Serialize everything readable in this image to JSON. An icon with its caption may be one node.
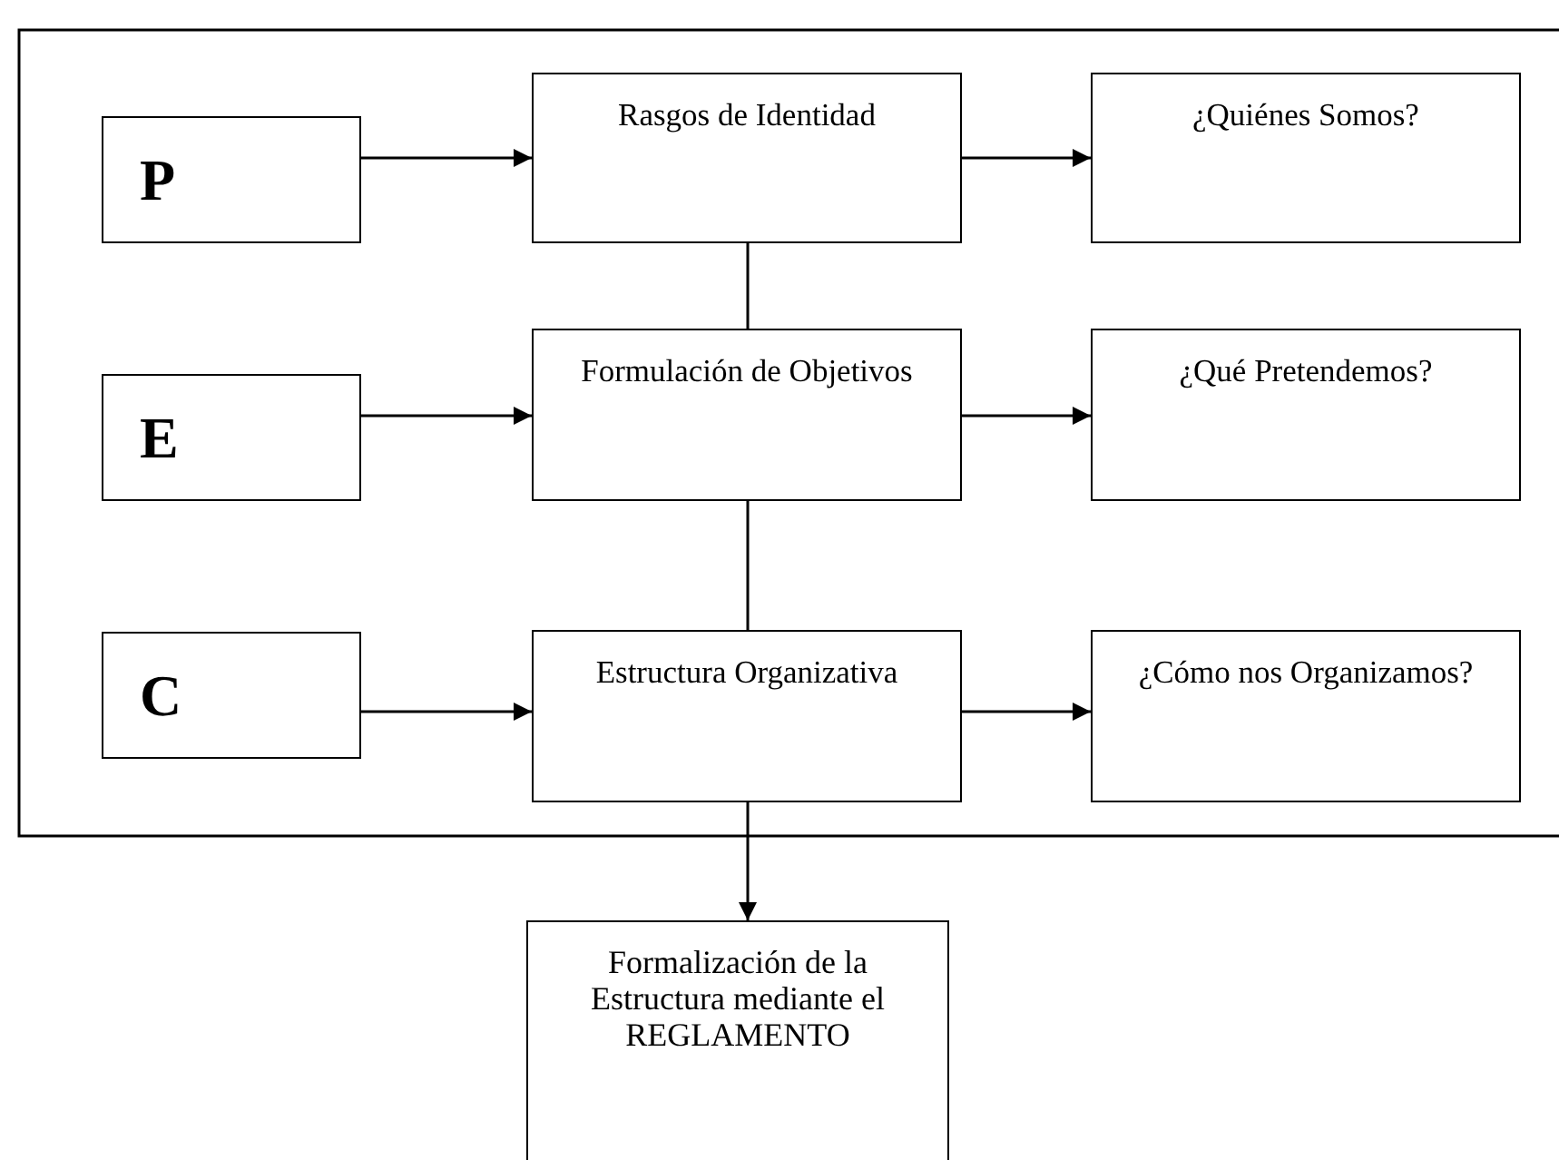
{
  "diagram": {
    "nodes": [
      {
        "text": [
          "P"
        ]
      },
      {
        "text": [
          "Rasgos de Identidad"
        ]
      },
      {
        "text": [
          "¿Quiénes Somos?"
        ]
      },
      {
        "text": [
          "E"
        ]
      },
      {
        "text": [
          "Formulación de Objetivos"
        ]
      },
      {
        "text": [
          "¿Qué Pretendemos?"
        ]
      },
      {
        "text": [
          "C"
        ]
      },
      {
        "text": [
          "Estructura Organizativa"
        ]
      },
      {
        "text": [
          "¿Cómo nos Organizamos?"
        ]
      },
      {
        "text": [
          "Formalización de la Estructura mediante el REGLAMENTO"
        ]
      }
    ],
    "edges": [
      {
        "from": 0,
        "to": 1,
        "arrow": "to"
      },
      {
        "from": 1,
        "to": 2,
        "arrow": "to"
      },
      {
        "from": 3,
        "to": 4,
        "arrow": "to"
      },
      {
        "from": 4,
        "to": 5,
        "arrow": "to"
      },
      {
        "from": 6,
        "to": 7,
        "arrow": "to"
      },
      {
        "from": 7,
        "to": 8,
        "arrow": "to"
      },
      {
        "from": 1,
        "to": 4,
        "arrow": "none"
      },
      {
        "from": 4,
        "to": 7,
        "arrow": "none"
      },
      {
        "from": 7,
        "to": 9,
        "arrow": "to"
      }
    ]
  }
}
